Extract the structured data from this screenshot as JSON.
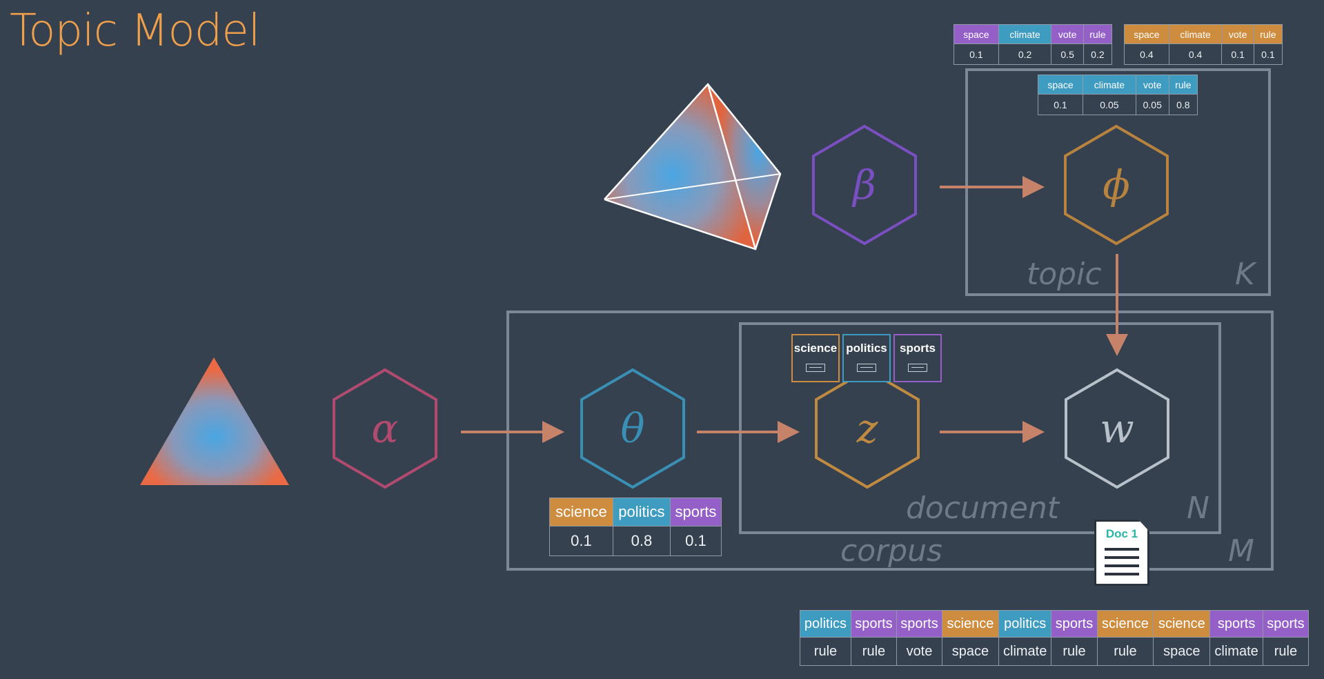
{
  "title": "Topic Model",
  "nodes": {
    "alpha": "α",
    "beta": "β",
    "theta": "θ",
    "phi": "ϕ",
    "z": "z",
    "w": "w"
  },
  "plates": {
    "topic": {
      "label": "topic",
      "index": "K"
    },
    "document": {
      "label": "document",
      "index": "N"
    },
    "corpus": {
      "label": "corpus",
      "index": "M"
    }
  },
  "topic_tables": [
    {
      "words": [
        "space",
        "climate",
        "vote",
        "rule"
      ],
      "values": [
        "0.1",
        "0.2",
        "0.5",
        "0.2"
      ]
    },
    {
      "words": [
        "space",
        "climate",
        "vote",
        "rule"
      ],
      "values": [
        "0.4",
        "0.4",
        "0.1",
        "0.1"
      ]
    },
    {
      "words": [
        "space",
        "climate",
        "vote",
        "rule"
      ],
      "values": [
        "0.1",
        "0.05",
        "0.05",
        "0.8"
      ]
    }
  ],
  "theta_table": {
    "topics": [
      "science",
      "politics",
      "sports"
    ],
    "values": [
      "0.1",
      "0.8",
      "0.1"
    ]
  },
  "z_legend": [
    "science",
    "politics",
    "sports"
  ],
  "document": {
    "label": "Doc 1",
    "topics": [
      "politics",
      "sports",
      "sports",
      "science",
      "politics",
      "sports",
      "science",
      "science",
      "sports",
      "sports"
    ],
    "words": [
      "rule",
      "rule",
      "vote",
      "space",
      "climate",
      "rule",
      "rule",
      "space",
      "climate",
      "rule"
    ]
  },
  "colors": {
    "background": "#36414f",
    "title": "#f0a04b",
    "science": "#cd8c3e",
    "politics": "#3d9cc0",
    "sports": "#9460c8",
    "alpha": "#b14a6f",
    "beta": "#7a4fc0",
    "theta": "#3a8fb4",
    "phi": "#b8833f",
    "z": "#c08a40",
    "w": "#b8c0c9",
    "arrow": "#c7836a",
    "plate": "#7d8896"
  }
}
